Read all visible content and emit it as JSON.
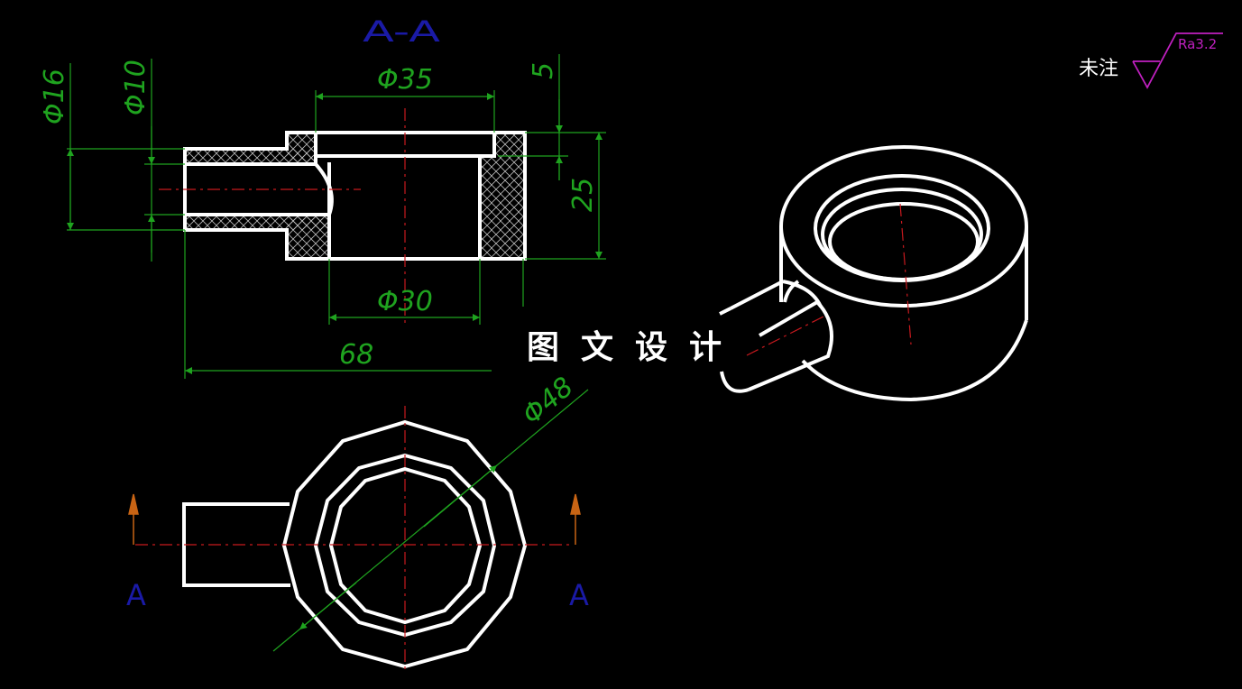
{
  "section_title": "A-A",
  "section_markers": {
    "left": "A",
    "right": "A"
  },
  "dimensions": {
    "d16": "Φ16",
    "d10": "Φ10",
    "d35": "Φ35",
    "d30": "Φ30",
    "d48": "Φ48",
    "h5": "5",
    "h25": "25",
    "len68": "68"
  },
  "watermark": "图文设计",
  "roughness_note": {
    "label": "未注",
    "value": "Ra3.2"
  },
  "colors": {
    "outline": "#ffffff",
    "dimension": "#1fa31f",
    "centerline": "#c8191e",
    "section_label": "#1a1aa6",
    "section_arrow": "#c86414",
    "roughness": "#c020c0"
  }
}
